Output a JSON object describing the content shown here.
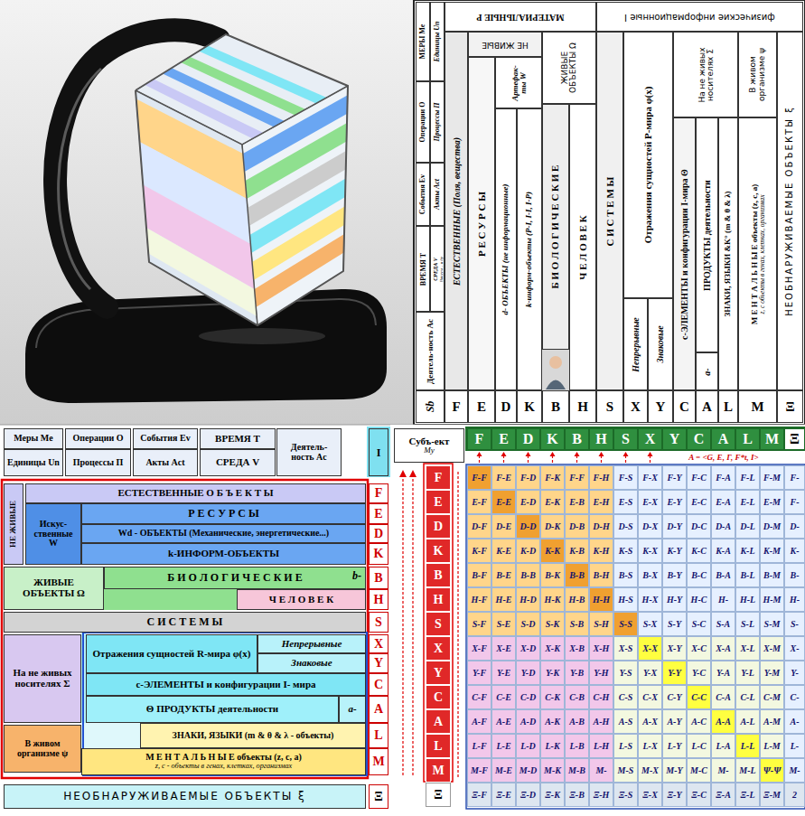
{
  "diagram": {
    "nodes": [
      {
        "text": [
          "МАТЕРИАЛЬНЫЕ P"
        ]
      },
      {
        "text": [
          "физические информационные I"
        ]
      },
      {
        "text": [
          "НЕ ЖИВЫЕ"
        ]
      },
      {
        "text": [
          "ЕСТЕСТВЕННЫЕ (Поля, вещества)"
        ]
      },
      {
        "text": [
          "Артефак-ты W"
        ]
      },
      {
        "text": [
          "Р Е С У Р С Ы"
        ]
      },
      {
        "text": [
          "d- ОБЪЕКТЫ (не информационные)"
        ]
      },
      {
        "text": [
          "k-информ-объекты (P-I, I-I, I-P)"
        ]
      },
      {
        "text": [
          "ЖИВЫЕ ОБЪЕКТЫ Ω"
        ]
      },
      {
        "text": [
          "Б И О Л О Г И Ч Е С К И Е"
        ]
      },
      {
        "text": [
          "Ч Е Л О В Е К"
        ]
      },
      {
        "text": [
          "С И С Т Е М Ы"
        ]
      },
      {
        "text": [
          "Отражения сущностей P-мира φ(x)"
        ]
      },
      {
        "text": [
          "Непрерывные"
        ]
      },
      {
        "text": [
          "Знаковые"
        ]
      },
      {
        "text": [
          "На не живых носителях Σ"
        ]
      },
      {
        "text": [
          "В живом организме ψ"
        ]
      },
      {
        "text": [
          "с-ЭЛЕМЕНТЫ и конфигурации I-мира Θ"
        ]
      },
      {
        "text": [
          "a-"
        ]
      },
      {
        "text": [
          "ПРОДУКТЫ деятельности"
        ]
      },
      {
        "text": [
          "ЗНАКИ, ЯЗЫКИ &K° (m & θ & λ)"
        ]
      },
      {
        "text": [
          "М Е Н Т А Л Ь Н Ы Е объекты (z, c, a)",
          "z, c объекты в генах, клетках, организмах"
        ]
      },
      {
        "text": [
          "НЕОБНАРУЖИВАЕМЫЕ ОБЪЕКТЫ ξ"
        ]
      },
      {
        "text": [
          "МЕРЫ Me"
        ]
      },
      {
        "text": [
          "Единицы Un"
        ]
      },
      {
        "text": [
          "Операции O"
        ]
      },
      {
        "text": [
          "Процессы П"
        ]
      },
      {
        "text": [
          "События Ev"
        ]
      },
      {
        "text": [
          "Акты Act"
        ]
      },
      {
        "text": [
          "ВРЕМЯ T"
        ]
      },
      {
        "text": [
          "СРЕДА V",
          "Вакуум ...и др"
        ]
      },
      {
        "text": [
          "Деятель-ность Ac"
        ]
      },
      {
        "text": [
          "Sb"
        ]
      },
      {
        "text": [
          "Меры Me"
        ]
      },
      {
        "text": [
          "Единицы Un"
        ]
      },
      {
        "text": [
          "Операции O"
        ]
      },
      {
        "text": [
          "Процессы П"
        ]
      },
      {
        "text": [
          "События Ev"
        ]
      },
      {
        "text": [
          "Акты Act"
        ]
      },
      {
        "text": [
          "ВРЕМЯ T"
        ]
      },
      {
        "text": [
          "СРЕДА V"
        ]
      },
      {
        "text": [
          "Деятель-ность Ac"
        ]
      },
      {
        "text": [
          "НЕ ЖИВЫЕ"
        ]
      },
      {
        "text": [
          "ЕСТЕСТВЕННЫЕ О Б Ъ Е К Т Ы"
        ]
      },
      {
        "text": [
          "Искус-ственные W"
        ]
      },
      {
        "text": [
          "Р Е С У Р С Ы"
        ]
      },
      {
        "text": [
          "Wd - ОБЪЕКТЫ (Механические, энергетические...)"
        ]
      },
      {
        "text": [
          "k-ИНФОРМ-ОБЪЕКТЫ"
        ]
      },
      {
        "text": [
          "ЖИВЫЕ ОБЪЕКТЫ Ω"
        ]
      },
      {
        "text": [
          "Б И О Л О Г И Ч Е С К И Е",
          "b-"
        ]
      },
      {
        "text": [
          "Ч Е Л О В Е К"
        ]
      },
      {
        "text": [
          "С И С Т Е М Ы"
        ]
      },
      {
        "text": [
          "На не живых носителях Σ"
        ]
      },
      {
        "text": [
          "Отражения сущностей R-мира φ(x)"
        ]
      },
      {
        "text": [
          "Непрерывные"
        ]
      },
      {
        "text": [
          "Знаковые"
        ]
      },
      {
        "text": [
          "c-ЭЛЕМЕНТЫ и конфигурации I- мира"
        ]
      },
      {
        "text": [
          "Θ ПРОДУКТЫ деятельности"
        ]
      },
      {
        "text": [
          "a-"
        ]
      },
      {
        "text": [
          "В живом организме ψ"
        ]
      },
      {
        "text": [
          "ЗНАКИ, ЯЗЫКИ (m & θ & λ - объекты)"
        ]
      },
      {
        "text": [
          "М Е Н Т А Л Ь Н Ы Е объекты (z, c, a)",
          "z, c - объекты в генах, клетках, организмах"
        ]
      },
      {
        "text": [
          "НЕОБНАРУЖИВАЕМЫЕ ОБЪЕКТЫ ξ"
        ]
      },
      {
        "text": [
          "Субъ-ект",
          "Mу"
        ]
      }
    ],
    "labels": [
      "F",
      "E",
      "D",
      "K",
      "B",
      "H",
      "S",
      "X",
      "Y",
      "C",
      "A",
      "L",
      "M",
      "Ξ",
      "I",
      "F",
      "E",
      "D",
      "K",
      "B",
      "H",
      "S",
      "X",
      "Y",
      "C",
      "A",
      "L",
      "M",
      "Ξ",
      "F",
      "E",
      "D",
      "K",
      "B",
      "H",
      "S",
      "X",
      "Y",
      "C",
      "A",
      "L",
      "M",
      "Ξ",
      "F",
      "E",
      "D",
      "K",
      "B",
      "H",
      "S",
      "X",
      "Y",
      "C",
      "A",
      "L",
      "M",
      "Ξ",
      "A = <G, E, Г, F*t, I>",
      "F-F",
      "F-E",
      "F-D",
      "F-K",
      "F-F",
      "F-H",
      "F-S",
      "F-X",
      "F-Y",
      "F-C",
      "F-A",
      "F-L",
      "F-M",
      "F-",
      "E-F",
      "E-E",
      "E-D",
      "E-K",
      "E-B",
      "E-H",
      "E-S",
      "E-X",
      "E-Y",
      "E-C",
      "E-A",
      "E-L",
      "E-M",
      "F-",
      "D-F",
      "D-E",
      "D-D",
      "D-K",
      "D-B",
      "D-H",
      "D-S",
      "D-X",
      "D-Y",
      "D-C",
      "D-A",
      "D-L",
      "D-M",
      "D-",
      "K-F",
      "K-E",
      "K-D",
      "K-K",
      "K-B",
      "K-H",
      "K-S",
      "K-X",
      "K-Y",
      "K-C",
      "K-A",
      "K-L",
      "K-M",
      "K-",
      "B-F",
      "B-E",
      "B-B",
      "B-K",
      "B-B",
      "B-H",
      "B-S",
      "B-X",
      "B-Y",
      "B-C",
      "B-A",
      "B-L",
      "B-M",
      "B-",
      "H-F",
      "H-E",
      "H-D",
      "H-K",
      "H-B",
      "H-H",
      "H-S",
      "H-X",
      "H-Y",
      "H-C",
      "H-",
      "H-L",
      "H-M",
      "H-",
      "S-F",
      "S-E",
      "S-D",
      "S-K",
      "S-B",
      "S-H",
      "S-S",
      "S-X",
      "S-Y",
      "S-C",
      "S-A",
      "S-L",
      "S-M",
      "S-",
      "X-F",
      "X-E",
      "X-D",
      "X-K",
      "X-B",
      "X-H",
      "X-S",
      "X-X",
      "X-Y",
      "X-C",
      "X-A",
      "X-L",
      "X-M",
      "X-",
      "Y-F",
      "Y-E",
      "Y-D",
      "Y-K",
      "Y-B",
      "Y-H",
      "Y-S",
      "Y-X",
      "Y-Y",
      "Y-C",
      "Y-A",
      "Y-L",
      "Y-M",
      "Y-",
      "C-F",
      "C-E",
      "C-D",
      "C-K",
      "C-B",
      "C-H",
      "C-S",
      "C-X",
      "C-Y",
      "C-C",
      "C-A",
      "C-L",
      "C-M",
      "C-",
      "A-F",
      "A-E",
      "A-D",
      "A-K",
      "A-B",
      "A-H",
      "A-S",
      "A-X",
      "A-Y",
      "A-C",
      "A-A",
      "A-L",
      "A-M",
      "A-",
      "L-F",
      "L-E",
      "L-D",
      "L-K",
      "L-B",
      "L-H",
      "L-S",
      "L-X",
      "L-Y",
      "L-C",
      "L-A",
      "L-L",
      "L-M",
      "L-",
      "M-F",
      "M-E",
      "M-D",
      "M-K",
      "M-B",
      "M-",
      "M-S",
      "M-X",
      "M-Y",
      "M-C",
      "M-",
      "M-L",
      "Ψ-Ψ",
      "M-",
      "Ξ-F",
      "Ξ-E",
      "Ξ-D",
      "Ξ-K",
      "Ξ-B",
      "Ξ-H",
      "Ξ-S",
      "Ξ-X",
      "Ξ-Y",
      "Ξ-C",
      "Ξ-A",
      "Ξ-L",
      "Ξ-M",
      "2"
    ]
  }
}
